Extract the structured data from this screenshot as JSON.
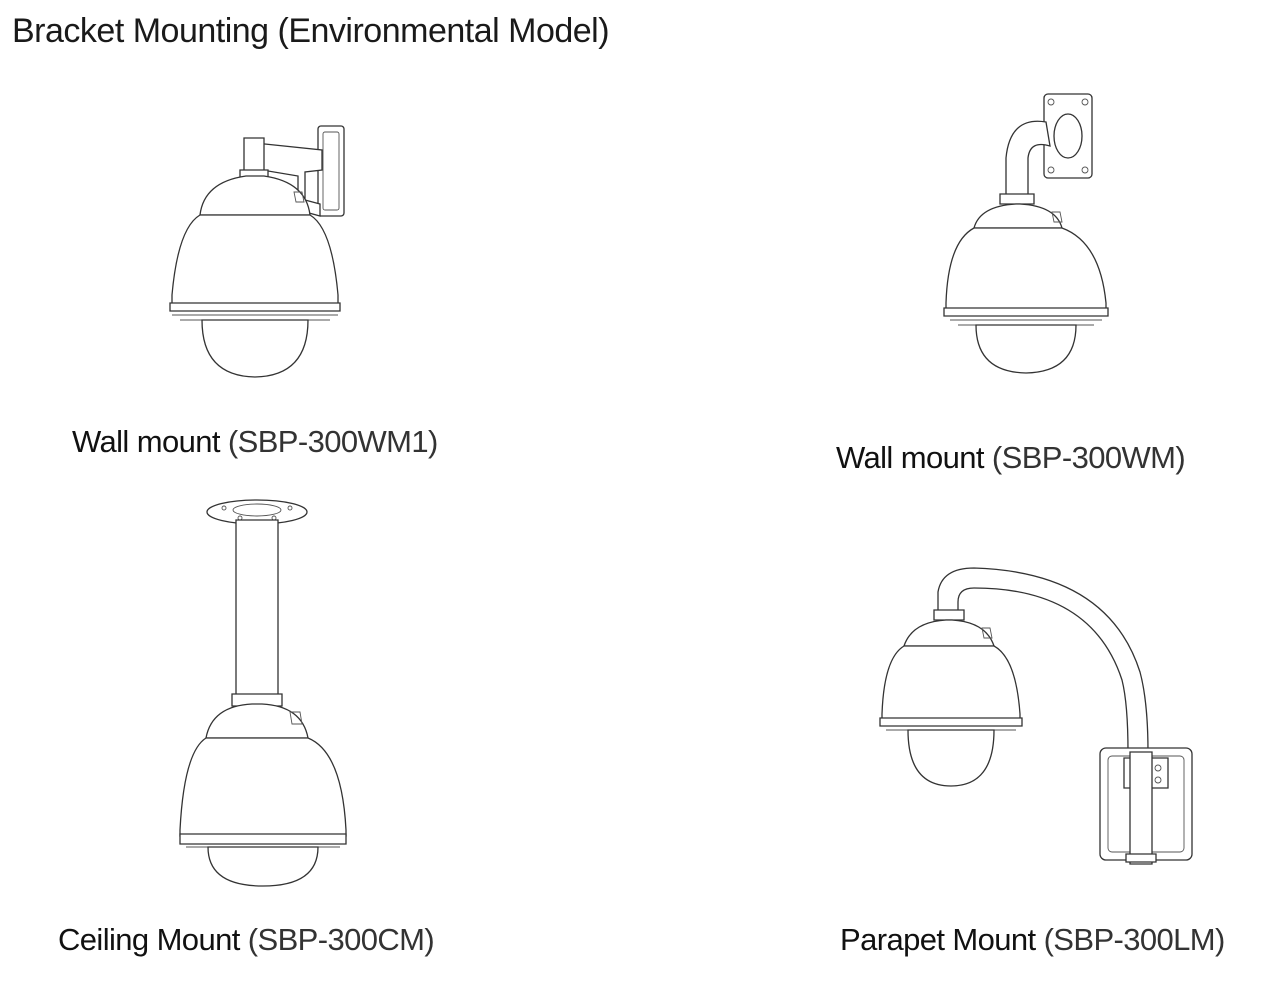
{
  "page": {
    "title": "Bracket Mounting (Environmental Model)"
  },
  "figures": [
    {
      "name": "Wall mount",
      "model": "(SBP-300WM1)",
      "icon": "wall-mount-wm1-drawing"
    },
    {
      "name": "Wall mount",
      "model": "(SBP-300WM)",
      "icon": "wall-mount-wm-drawing"
    },
    {
      "name": "Ceiling Mount",
      "model": "(SBP-300CM)",
      "icon": "ceiling-mount-drawing"
    },
    {
      "name": "Parapet Mount",
      "model": "(SBP-300LM)",
      "icon": "parapet-mount-drawing"
    }
  ]
}
